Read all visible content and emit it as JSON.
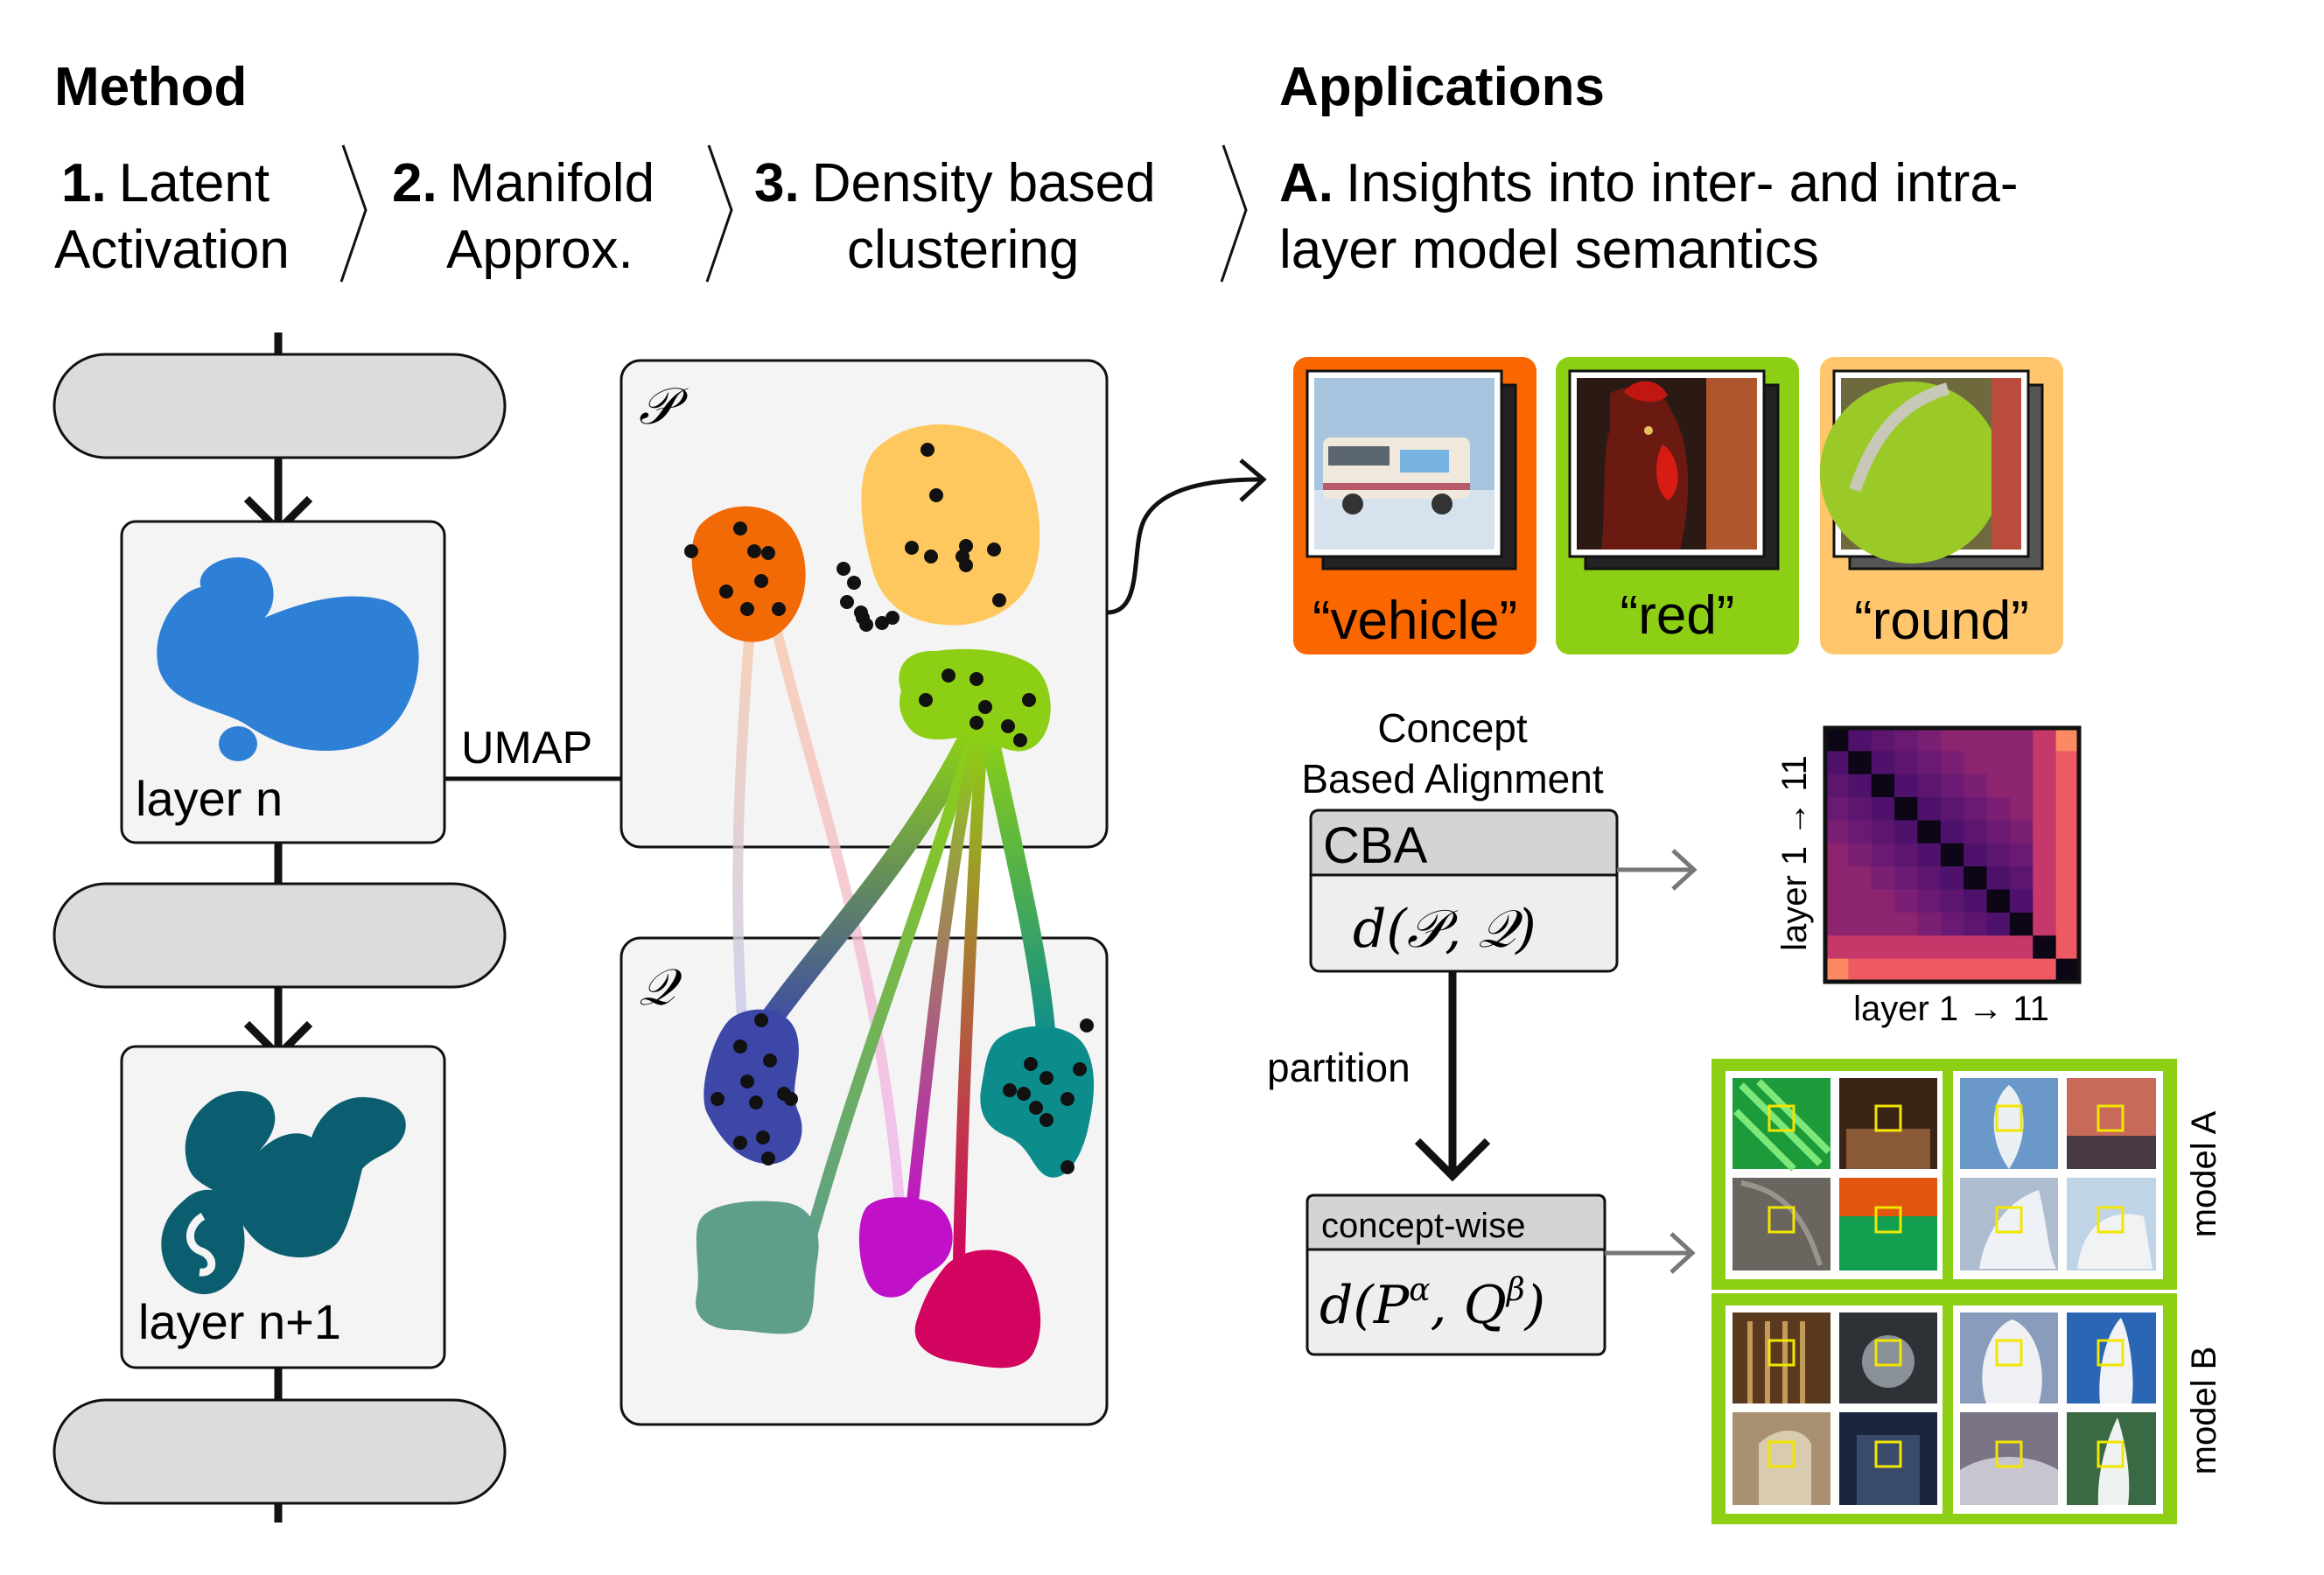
{
  "header": {
    "method_title": "Method",
    "applications_title": "Applications",
    "steps": [
      {
        "num": "1.",
        "line1": "Latent",
        "line2": "Activation"
      },
      {
        "num": "2.",
        "line1": "Manifold",
        "line2": "Approx."
      },
      {
        "num": "3.",
        "line1": "Density based",
        "line2": "clustering"
      }
    ],
    "app_a": {
      "num": "A.",
      "line1": "Insights into inter- and intra-",
      "line2": "layer model semantics"
    }
  },
  "method": {
    "layer_n_label": "layer n",
    "layer_n1_label": "layer n+1",
    "umap_label": "UMAP",
    "space_p_label": "𝒫",
    "space_q_label": "𝒬"
  },
  "applications": {
    "concept_cards": [
      {
        "label": "“vehicle”",
        "color": "#fa6700"
      },
      {
        "label": "“red”",
        "color": "#8ccf14"
      },
      {
        "label": "“round”",
        "color": "#ffc66d"
      }
    ],
    "cba_caption_line1": "Concept",
    "cba_caption_line2": "Based Alignment",
    "cba_title": "CBA",
    "cba_formula": "d(𝒫, 𝒬)",
    "heatmap_ylabel": "layer 1 → 11",
    "heatmap_xlabel": "layer 1 → 11",
    "partition_label": "partition",
    "conceptwise_title": "concept-wise",
    "conceptwise_formula": "d(Pα, Qβ)",
    "model_a_label": "model A",
    "model_b_label": "model B"
  },
  "colors": {
    "orange": "#f26a05",
    "yellow": "#ffc85e",
    "green": "#8ccf14",
    "blue_blob": "#2e7fd6",
    "teal_blob": "#0b5e70",
    "navy": "#3c47a8",
    "teal": "#0d8c8c",
    "sage": "#5e9e8a",
    "magenta": "#c010c8",
    "crimson": "#d2045f"
  }
}
